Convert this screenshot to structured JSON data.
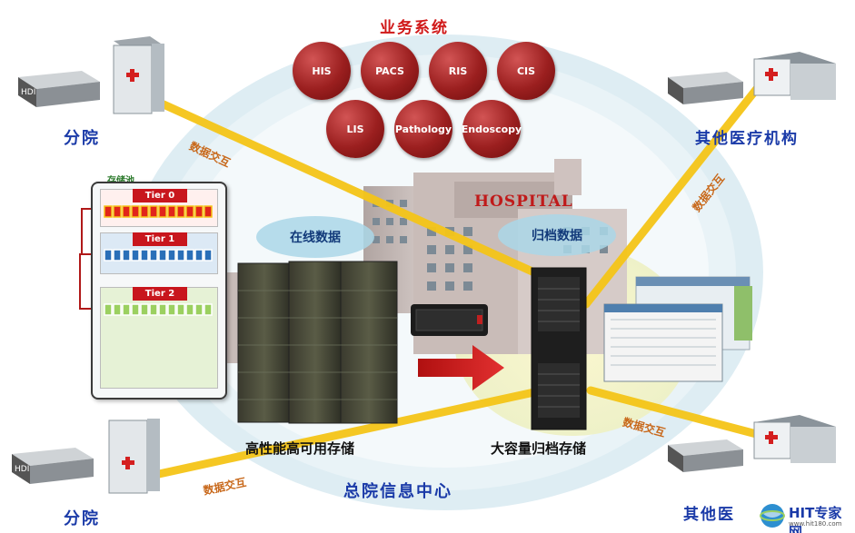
{
  "title": "业务系统",
  "systems": [
    "HIS",
    "PACS",
    "RIS",
    "CIS",
    "LIS",
    "Pathology",
    "Endoscopy"
  ],
  "branch_top_label": "分院",
  "branch_bottom_label": "分院",
  "other_top_label": "其他医疗机构",
  "other_bottom_label": "其他医",
  "exchange_label": "数据交互",
  "pool_label": "存储池",
  "tiers": [
    "Tier 0",
    "Tier 1",
    "Tier 2"
  ],
  "online_data": "在线数据",
  "archive_data": "归档数据",
  "hospital_sign": "HOSPITAL",
  "high_perf_storage": "高性能高可用存储",
  "archive_storage": "大容量归档存储",
  "center_label": "总院信息中心",
  "logo_text": "HIT专家网",
  "logo_sub": "www.hit180.com",
  "colors": {
    "accent_red": "#d01818",
    "label_blue": "#1a3aa8",
    "link_yellow": "#f5c518",
    "tier_red": "#c8161d",
    "tier_blue": "#2a6fb8",
    "tier_green": "#7cc242"
  }
}
